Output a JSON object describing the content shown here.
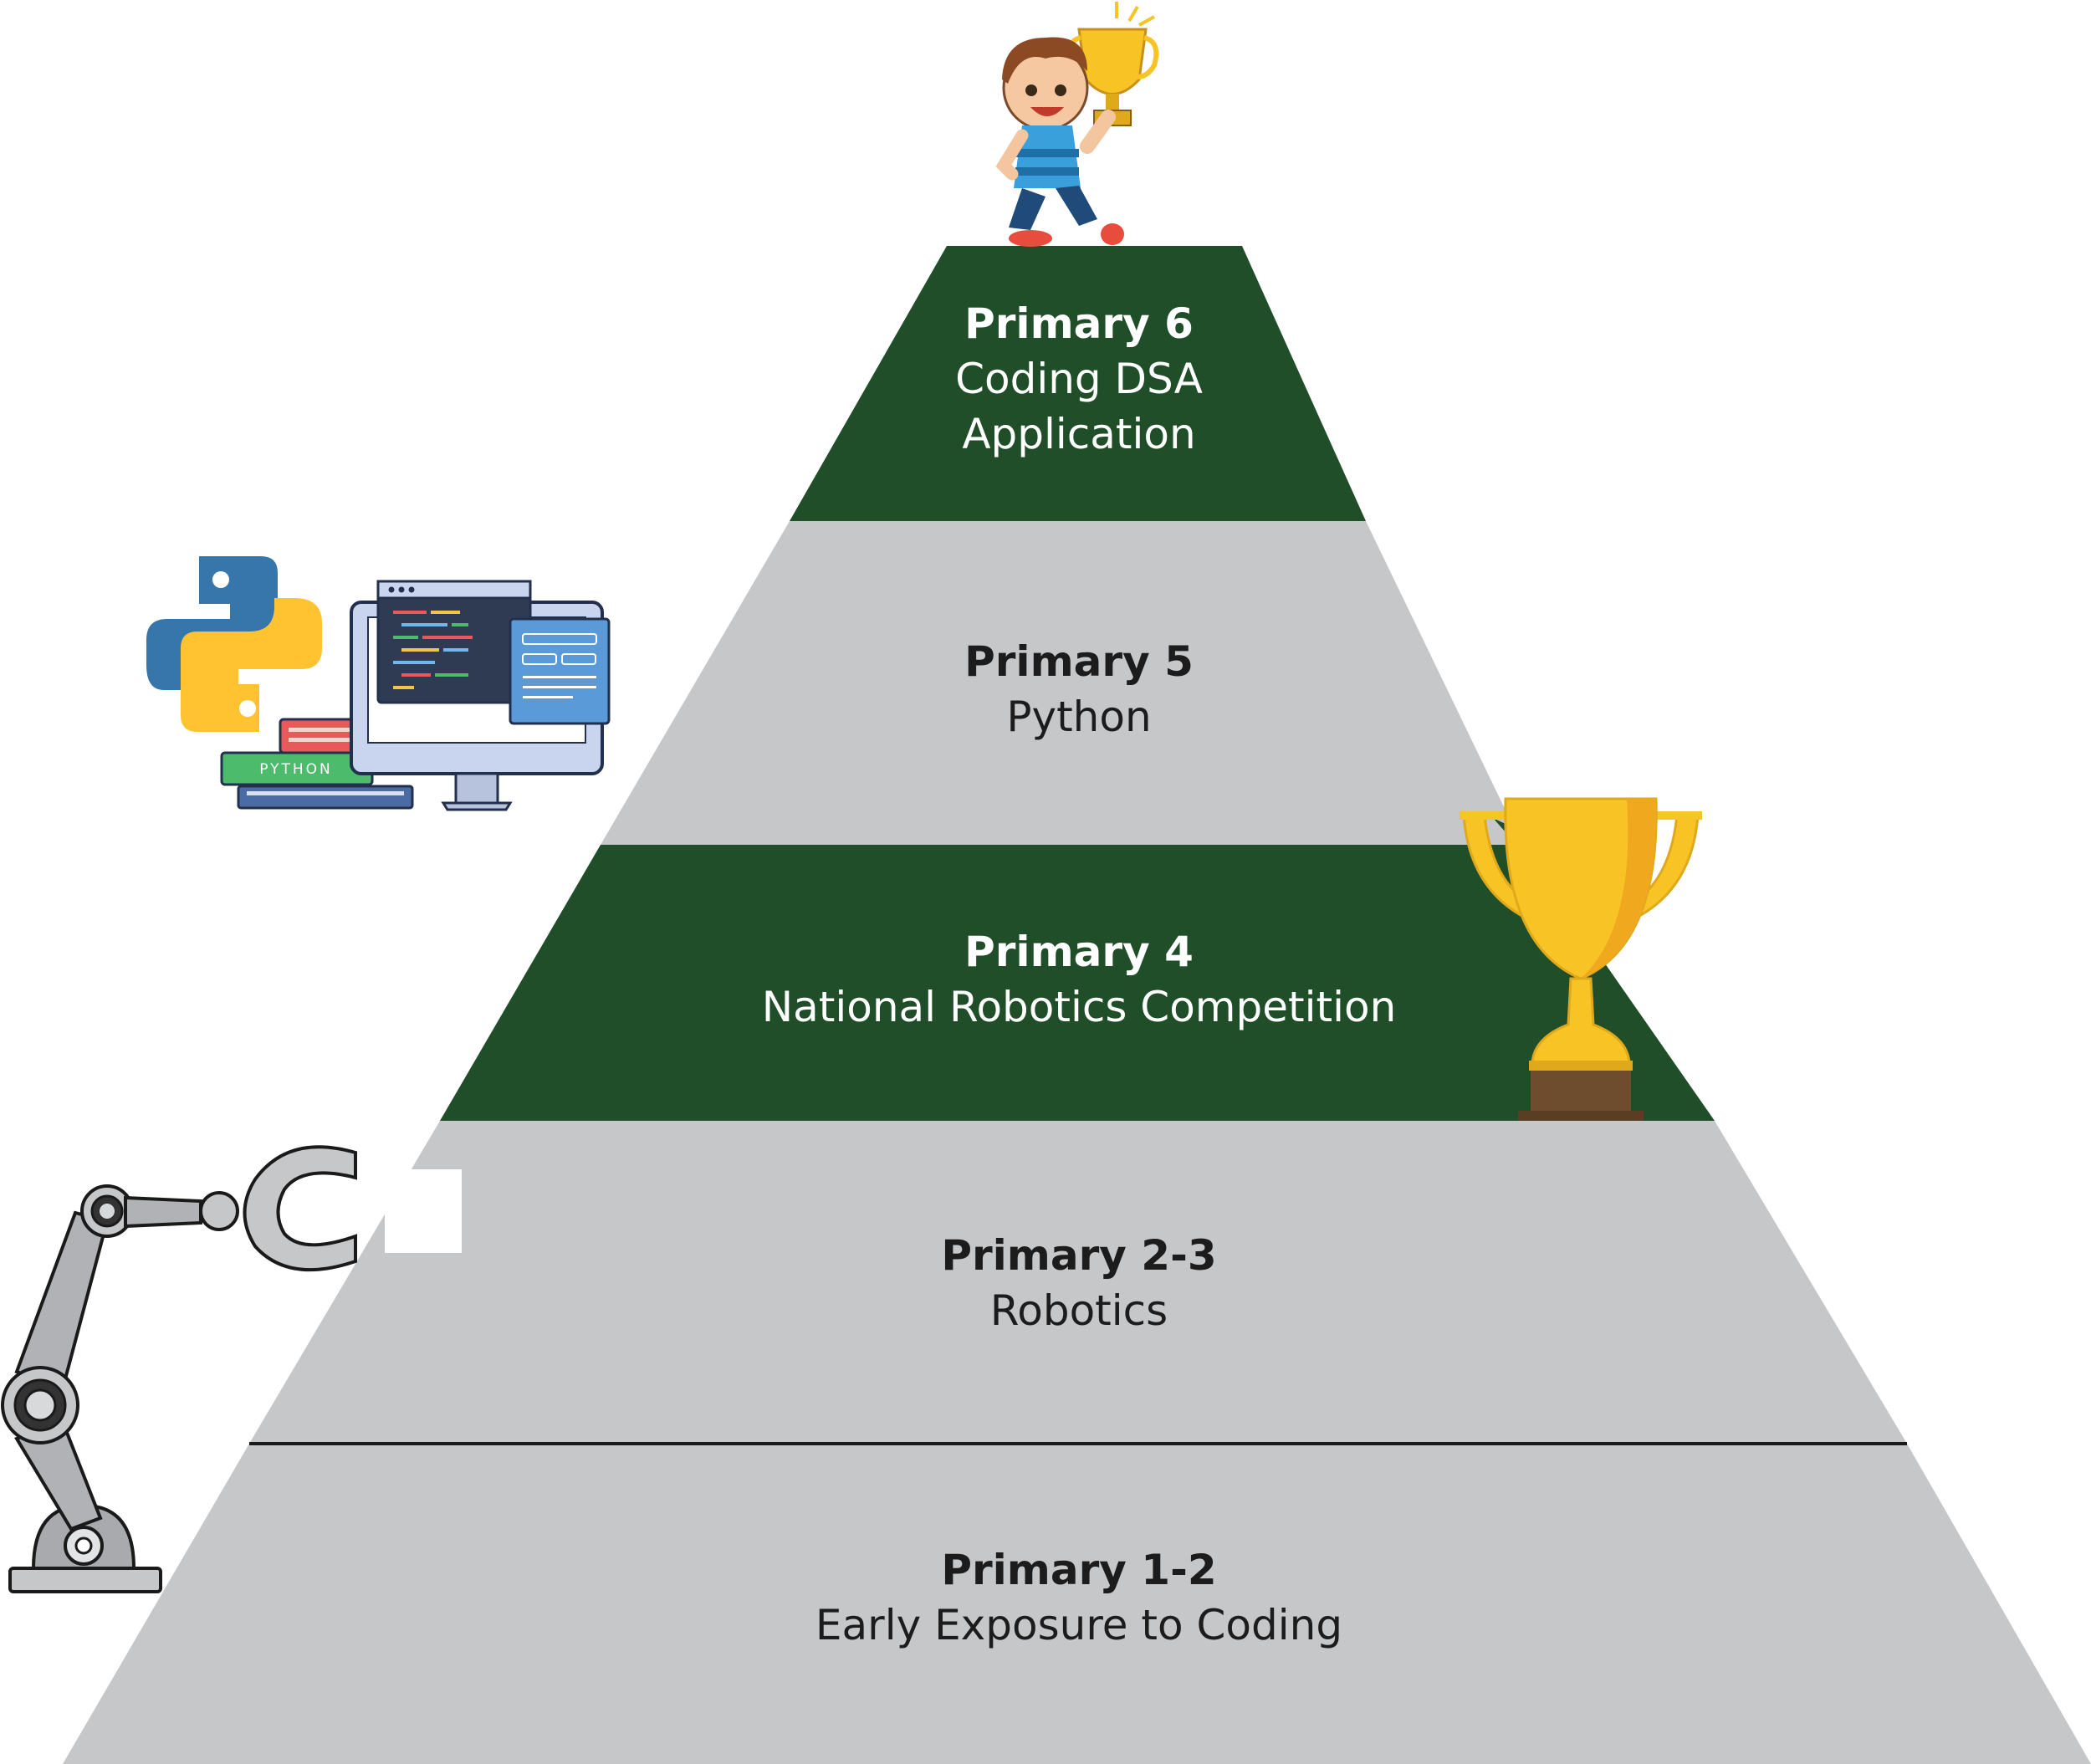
{
  "tiers": [
    {
      "id": "primary-6",
      "title": "Primary 6",
      "lines": [
        "Coding DSA",
        "Application"
      ],
      "shade": "dark"
    },
    {
      "id": "primary-5",
      "title": "Primary 5",
      "lines": [
        "Python"
      ],
      "shade": "light"
    },
    {
      "id": "primary-4",
      "title": "Primary 4",
      "lines": [
        "National Robotics Competition"
      ],
      "shade": "dark"
    },
    {
      "id": "primary-2-3",
      "title": "Primary 2-3",
      "lines": [
        "Robotics"
      ],
      "shade": "light"
    },
    {
      "id": "primary-1-2",
      "title": "Primary 1-2",
      "lines": [
        "Early Exposure to Coding"
      ],
      "shade": "light"
    }
  ],
  "python_book_label": "PYTHON",
  "icons": [
    "kid-with-trophy-icon",
    "python-logo-icon",
    "computer-code-icon",
    "books-icon",
    "trophy-icon",
    "robot-arm-icon"
  ],
  "colors": {
    "dark_green": "#1f4e28",
    "light_gray": "#c6c7c9",
    "trophy_gold": "#f7c325",
    "trophy_base": "#6e4d2e",
    "python_blue": "#3776ab",
    "python_yellow": "#ffc331"
  }
}
